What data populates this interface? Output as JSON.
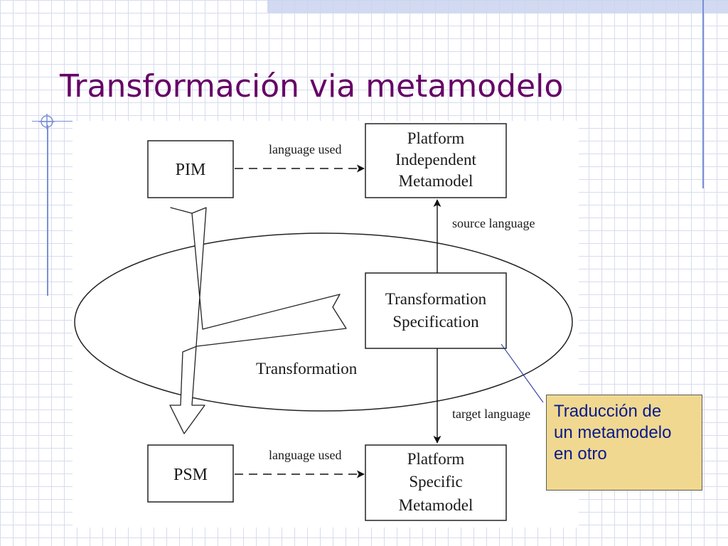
{
  "slide": {
    "title": "Transformación via metamodelo"
  },
  "diagram": {
    "nodes": {
      "pim": "PIM",
      "psm": "PSM",
      "pim_metamodel": [
        "Platform",
        "Independent",
        "Metamodel"
      ],
      "transformation_spec": [
        "Transformation",
        "Specification"
      ],
      "psm_metamodel": [
        "Platform",
        "Specific",
        "Metamodel"
      ]
    },
    "labels": {
      "language_used_top": "language used",
      "language_used_bottom": "language used",
      "source_language": "source language",
      "target_language": "target language",
      "transformation": "Transformation"
    }
  },
  "callout": {
    "lines": [
      "Traducción de",
      "un metamodelo",
      "en otro"
    ],
    "background_color": "#f0d890",
    "text_color": "#0a1a8c"
  },
  "colors": {
    "title": "#660066",
    "grid": "#d6dcef",
    "accent_line": "#7a8fd6",
    "connector": "#1a2a9c"
  }
}
